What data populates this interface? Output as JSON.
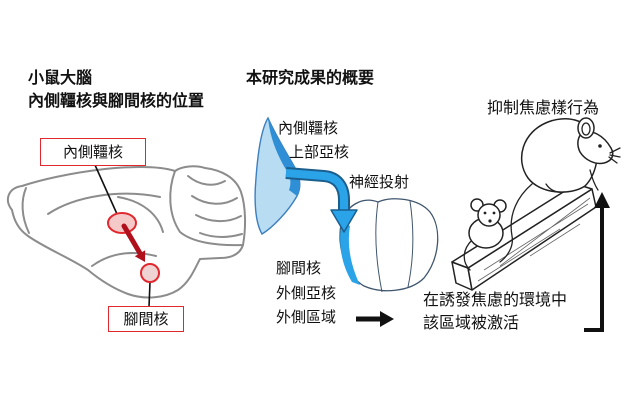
{
  "left_panel": {
    "title_line1": "小鼠大腦",
    "title_line2": "內側韁核與腳間核的位置",
    "habenula_box_label": "內側韁核",
    "ipn_box_label": "腳間核"
  },
  "middle_panel": {
    "title": "本研究成果的概要",
    "habenula_label": [
      "內側韁核",
      "上部亞核"
    ],
    "projection_label": "神經投射",
    "ipn_label": [
      "腳間核",
      "外側亞核",
      "外側區域"
    ]
  },
  "right_panel": {
    "behavior_label": "抑制焦慮樣行為",
    "condition_label": [
      "在誘發焦慮的環境中",
      "該區域被激活"
    ]
  },
  "colors": {
    "highlight_red": "#e0282e",
    "arrow_dark_red": "#b0101c",
    "projection_blue": "#2aa3e8",
    "habenula_fill": "#b8dcf2",
    "outline_gray": "#8c8c8c"
  }
}
